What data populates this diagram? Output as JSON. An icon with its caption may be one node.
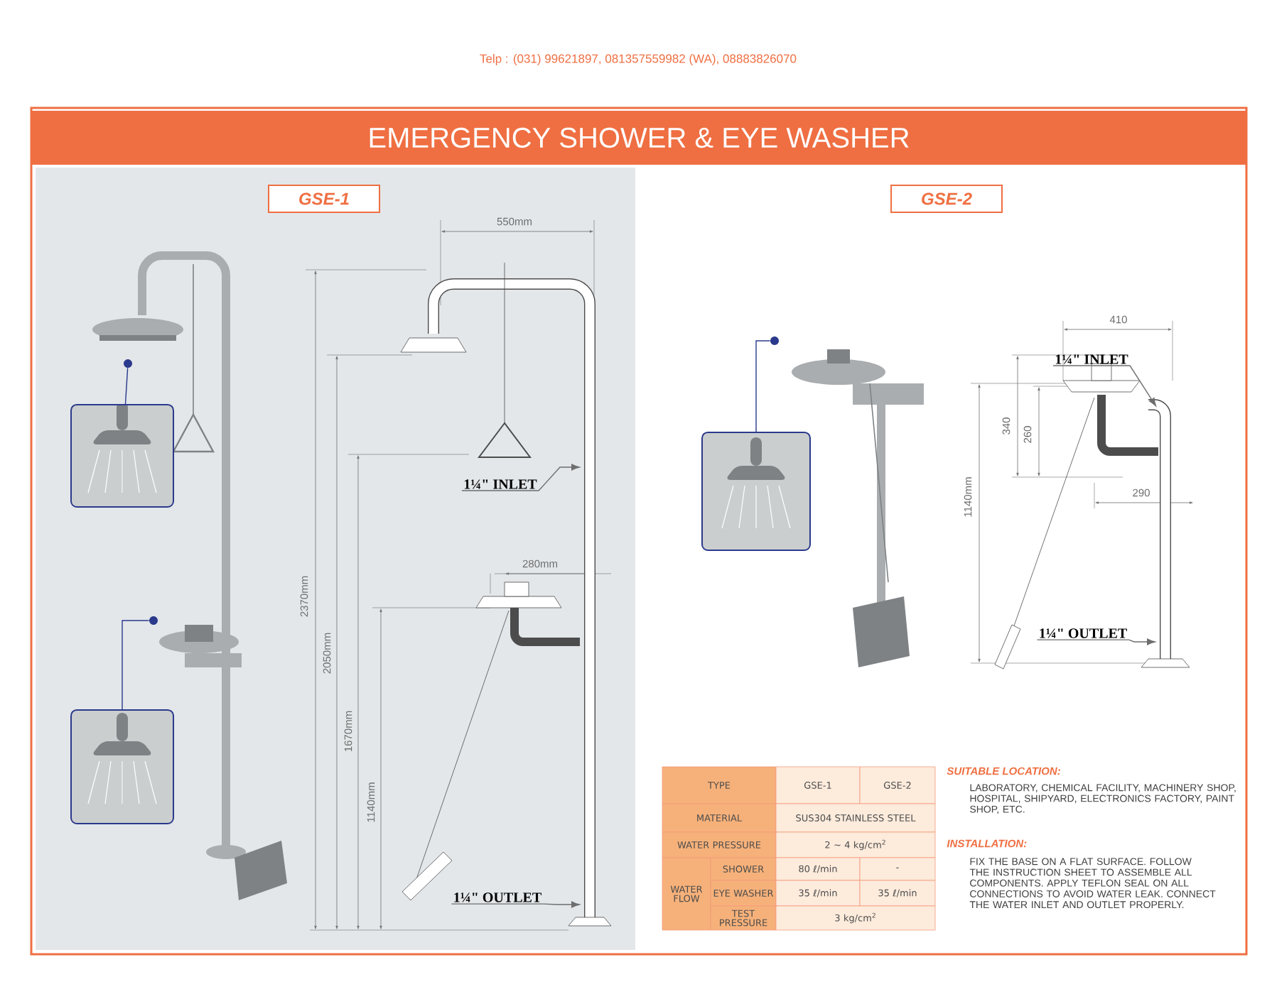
{
  "diagram": {
    "nodes": [
      {
        "text": [
          "EMERGENCY SHOWER & EYE WASHER"
        ]
      },
      {
        "text": [
          "GSE-1"
        ]
      },
      {
        "text": [
          "GSE-2"
        ]
      },
      {
        "text": [],
        "shape": "picture"
      },
      {
        "text": [],
        "shape": "circle"
      },
      {
        "text": [],
        "shape": "picture"
      },
      {
        "text": [],
        "shape": "circle"
      },
      {
        "text": [],
        "shape": "picture"
      },
      {
        "text": [],
        "shape": "circle"
      },
      {
        "text": [
          "1¼\" INLET"
        ]
      },
      {
        "text": [
          "1¼\" OUTLET"
        ]
      },
      {
        "text": [
          "1¼\" INLET"
        ]
      },
      {
        "text": [
          "1¼\" OUTLET"
        ]
      }
    ],
    "edges": [
      {
        "from": 4,
        "to": 3,
        "arrow": "none",
        "color": "#2b3a8c"
      },
      {
        "from": 6,
        "to": 5,
        "arrow": "none",
        "color": "#2b3a8c"
      },
      {
        "from": 8,
        "to": 7,
        "arrow": "none",
        "color": "#2b3a8c"
      },
      {
        "from": 9,
        "to": null,
        "arrow": "to"
      },
      {
        "from": 10,
        "to": null,
        "arrow": "to"
      },
      {
        "from": 11,
        "to": null,
        "arrow": "to"
      },
      {
        "from": 12,
        "to": null,
        "arrow": "to"
      }
    ],
    "labels": [
      "Telp : (031) 99621897, 081357559982 (WA), 08883826070",
      "550mm",
      "2370mm",
      "2050mm",
      "1670mm",
      "1140mm",
      "280mm",
      "410",
      "340",
      "260",
      "290",
      "1140mm",
      "TYPE",
      "GSE-1",
      "GSE-2",
      "MATERIAL",
      "SUS304 STAINLESS STEEL",
      "WATER PRESSURE",
      "2 ~ 4 kg/cm$^{2}$",
      "WATER FLOW",
      "SHOWER",
      "80 ℓ/min",
      "-",
      "EYE WASHER",
      "35 ℓ/min",
      "35 ℓ/min",
      "TEST PRESSURE",
      "3 kg/cm$^{2}$",
      "SUITABLE LOCATION:",
      "LABORATORY, CHEMICAL FACILITY, MACHINERY SHOP, HOSPITAL, SHIPYARD, ELECTRONICS FACTORY, PAINT SHOP, ETC.",
      "INSTALLATION:",
      "FIX THE BASE ON A FLAT SURFACE. FOLLOW THE INSTRUCTION SHEET TO ASSEMBLE ALL COMPONENTS. APPLY TEFLON SEAL ON ALL CONNECTIONS TO AVOID WATER LEAK. CONNECT THE WATER INLET AND OUTLET PROPERLY."
    ]
  }
}
